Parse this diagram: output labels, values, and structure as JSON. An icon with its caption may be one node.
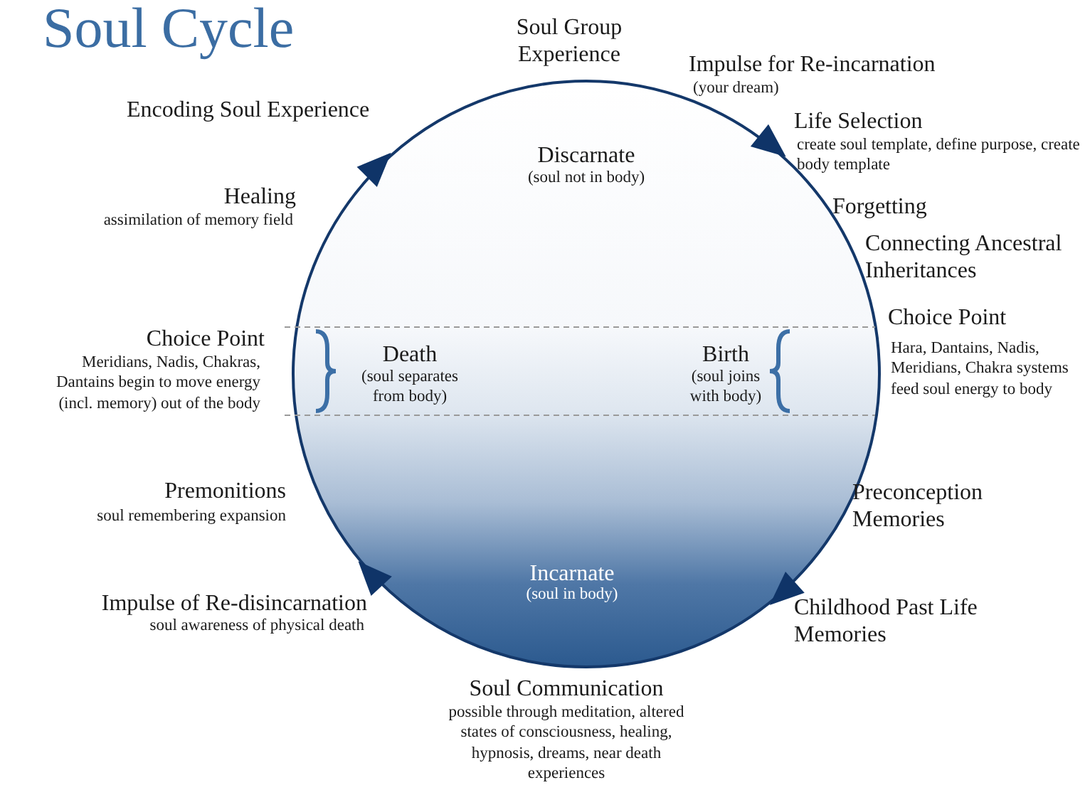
{
  "diagram": {
    "title": "Soul Cycle",
    "nodes": [
      {
        "text": [
          "Discarnate",
          "(soul not in body)",
          "Death",
          "(soul separates from body)",
          "Birth",
          "(soul joins with body)",
          "Incarnate",
          "(soul in body)"
        ]
      }
    ],
    "labels": [
      "Soul Group Experience",
      "Impulse for Re-incarnation",
      "(your dream)",
      "Encoding Soul Experience",
      "Life Selection",
      "create soul template, define purpose, create body template",
      "Healing",
      "assimilation of memory field",
      "Forgetting",
      "Connecting Ancestral Inheritances",
      "Choice Point",
      "Meridians, Nadis, Chakras, Dantains begin to move energy (incl. memory) out of the body",
      "Choice Point",
      "Hara, Dantains, Nadis, Meridians, Chakra systems feed soul energy to body",
      "Premonitions",
      "soul remembering expansion",
      "Preconception Memories",
      "Impulse of Re-disincarnation",
      "soul awareness of physical death",
      "Childhood Past Life Memories",
      "Soul Communication",
      "possible through meditation, altered states of consciousness, healing, hypnosis, dreams, near death experiences"
    ]
  }
}
